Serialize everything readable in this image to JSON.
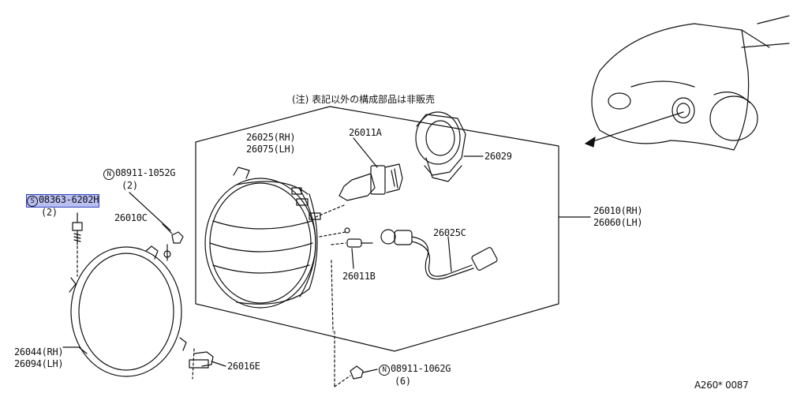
{
  "note": "(注) 表記以外の構成部品は非販売",
  "parts": {
    "headlamp_unit": {
      "line1": "26010(RH)",
      "line2": "26060(LH)"
    },
    "lamp_body": {
      "line1": "26025(RH)",
      "line2": "26075(LH)"
    },
    "bulb": "26011A",
    "socket": "26029",
    "harness": "26025C",
    "small_bulb": "26011B",
    "ring": {
      "line1": "26044(RH)",
      "line2": "26094(LH)"
    },
    "clip": "26016E",
    "screw_cap": "26010C",
    "screw": {
      "prefix": "S",
      "number": "08363-6202H",
      "qty": "(2)"
    },
    "nut_top": {
      "prefix": "N",
      "number": "08911-1052G",
      "qty": "(2)"
    },
    "nut_bottom": {
      "prefix": "N",
      "number": "08911-1062G",
      "qty": "(6)"
    }
  },
  "ref_code": "A260* 0087",
  "colors": {
    "line": "#111111",
    "highlight": "#b9bff0",
    "highlight_border": "#3346c0"
  }
}
